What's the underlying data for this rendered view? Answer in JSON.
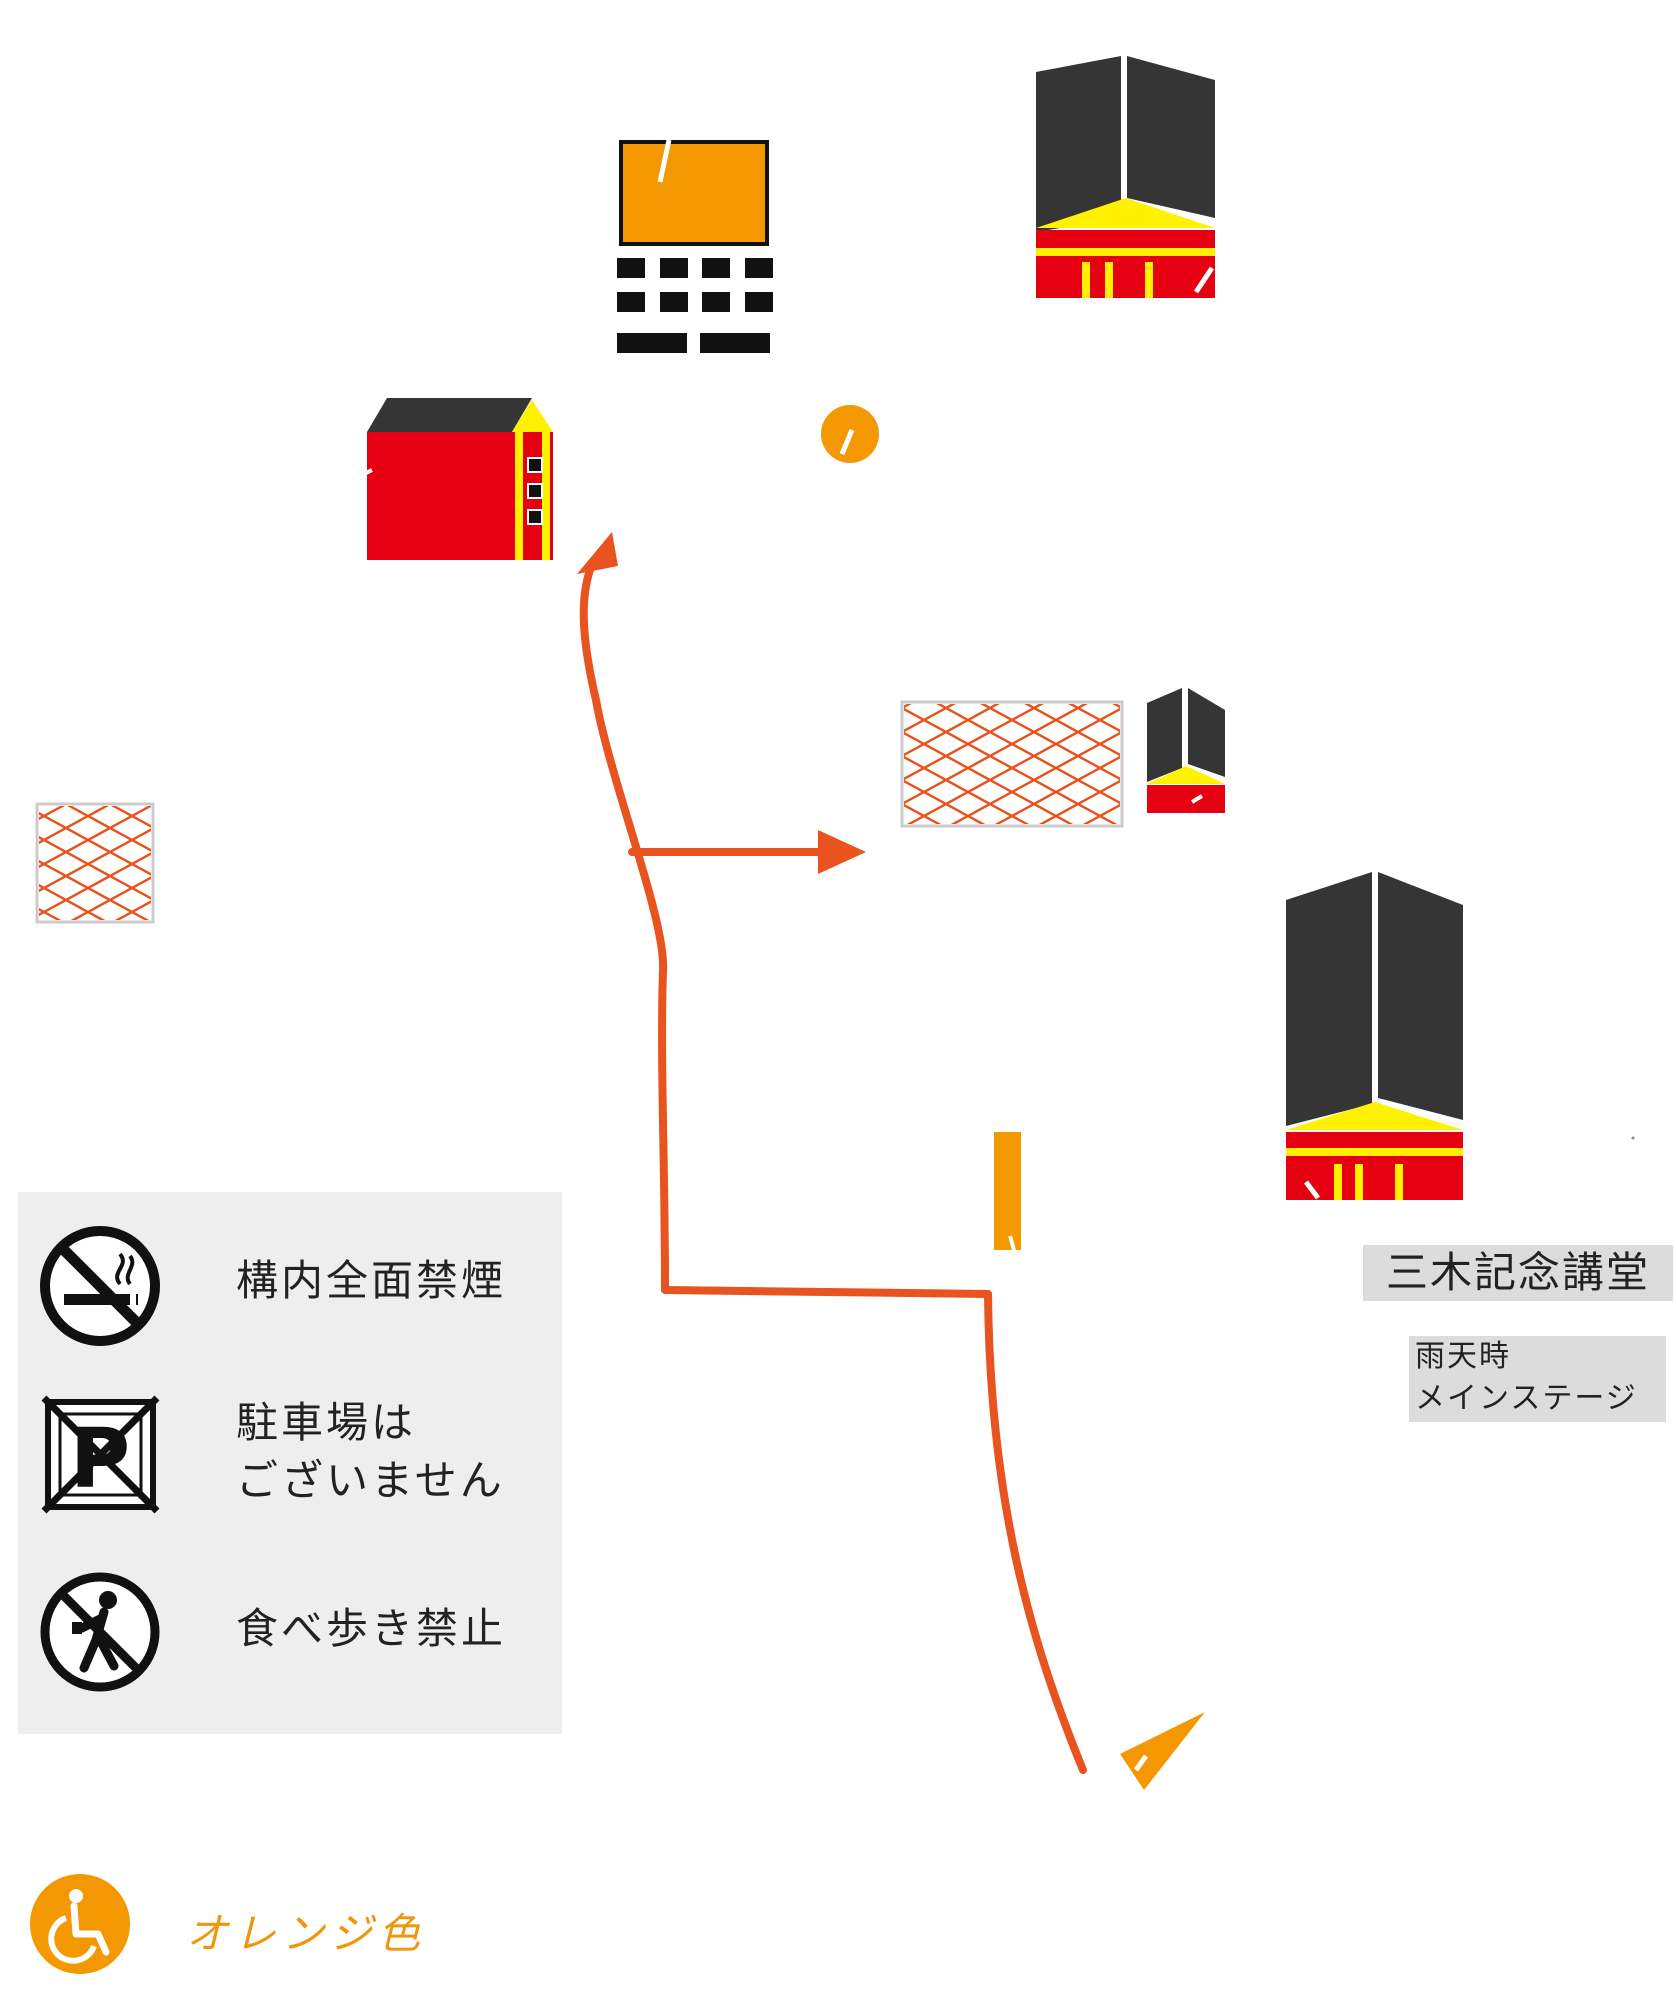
{
  "colors": {
    "route": "#e8531f",
    "building_dark": "#353535",
    "building_red": "#e50012",
    "building_yellow": "#fff100",
    "orange": "#f39800",
    "legend_bg": "#edeeed",
    "label_bg": "#dcdcdc"
  },
  "legend": {
    "items": [
      {
        "icon": "no-smoking-icon",
        "label": "構内全面禁煙"
      },
      {
        "icon": "no-parking-icon",
        "label": "駐車場は\nございません"
      },
      {
        "icon": "no-eating-walking-icon",
        "label": "食べ歩き禁止"
      }
    ]
  },
  "labels": {
    "building_name": "三木記念講堂",
    "rain_note": "雨天時\nメインステージ"
  },
  "accessibility": {
    "icon": "wheelchair-icon",
    "label": "オレンジ色"
  }
}
